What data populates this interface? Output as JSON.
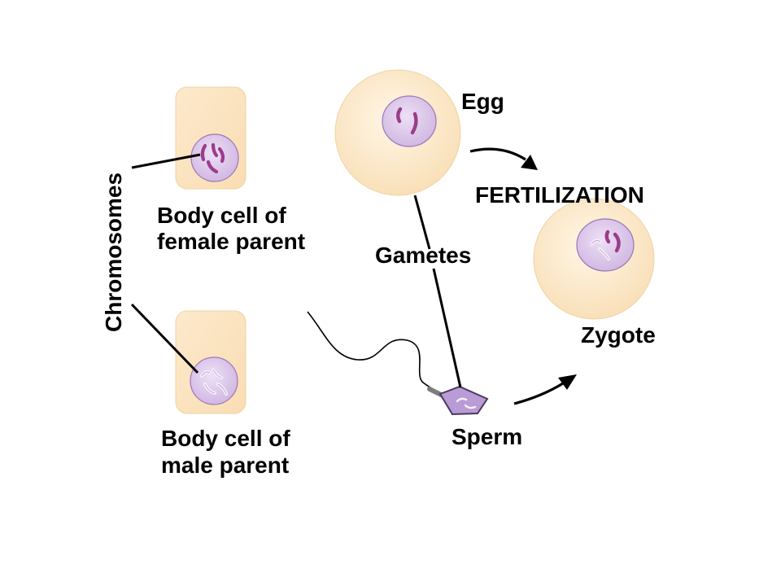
{
  "labels": {
    "chromosomes": "Chromosomes",
    "body_cell_female_line1": "Body cell of",
    "body_cell_female_line2": "female parent",
    "body_cell_male_line1": "Body cell of",
    "body_cell_male_line2": "male parent",
    "egg": "Egg",
    "fertilization": "FERTILIZATION",
    "gametes": "Gametes",
    "zygote": "Zygote",
    "sperm": "Sperm"
  },
  "colors": {
    "cell_fill": "#fbe3c0",
    "egg_fill": "#fdeccf",
    "cell_edge": "#f3d7ad",
    "nucleus_fill": "#dcc6ea",
    "nucleus_edge": "#9c76b8",
    "maternal_chromosome": "#9a3d8a",
    "paternal_chromosome": "#f6f0fa",
    "line": "#000000"
  }
}
